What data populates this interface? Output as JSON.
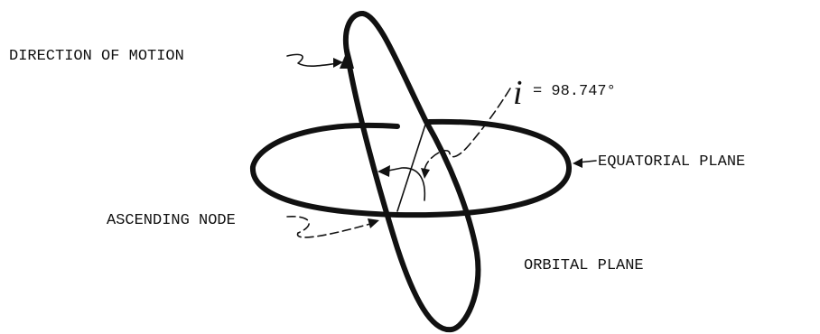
{
  "labels": {
    "direction_of_motion": "DIRECTION OF MOTION",
    "inclination_symbol": "i",
    "inclination_value": "= 98.747°",
    "equatorial_plane": "EQUATORIAL PLANE",
    "ascending_node": "ASCENDING NODE",
    "orbital_plane": "ORBITAL PLANE"
  }
}
